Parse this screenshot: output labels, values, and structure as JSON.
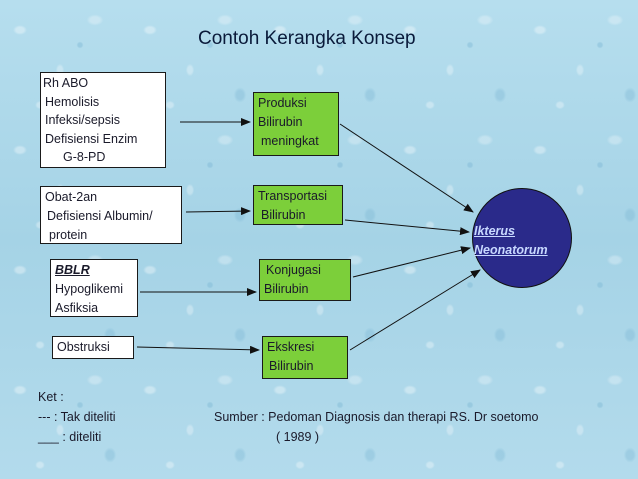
{
  "title": "Contoh Kerangka Konsep",
  "causes": [
    {
      "lines": [
        "Rh ABO",
        "Hemolisis",
        "Infeksi/sepsis",
        "Defisiensi Enzim",
        "G-8-PD"
      ]
    },
    {
      "lines": [
        "Obat-2an",
        "Defisiensi Albumin/",
        "protein"
      ]
    },
    {
      "lines": [
        "BBLR",
        "Hypoglikemi",
        "Asfiksia"
      ]
    },
    {
      "lines": [
        "Obstruksi"
      ]
    }
  ],
  "processes": [
    {
      "lines": [
        "Produksi",
        "Bilirubin",
        "meningkat"
      ]
    },
    {
      "lines": [
        "Transportasi",
        "Bilirubin"
      ]
    },
    {
      "lines": [
        "Konjugasi",
        "Bilirubin"
      ]
    },
    {
      "lines": [
        "Ekskresi",
        "Bilirubin"
      ]
    }
  ],
  "outcome": {
    "line1": "Ikterus",
    "line2": "Neonatorum"
  },
  "colors": {
    "process_fill": "#7ccf3a",
    "outcome_fill": "#2a2a8a"
  },
  "legend": {
    "heading": "Ket :",
    "dashed": "--- : Tak diteliti",
    "solid": "___ : diteliti"
  },
  "source": {
    "line1": "Sumber : Pedoman Diagnosis dan therapi RS. Dr soetomo",
    "line2": "( 1989 )"
  }
}
